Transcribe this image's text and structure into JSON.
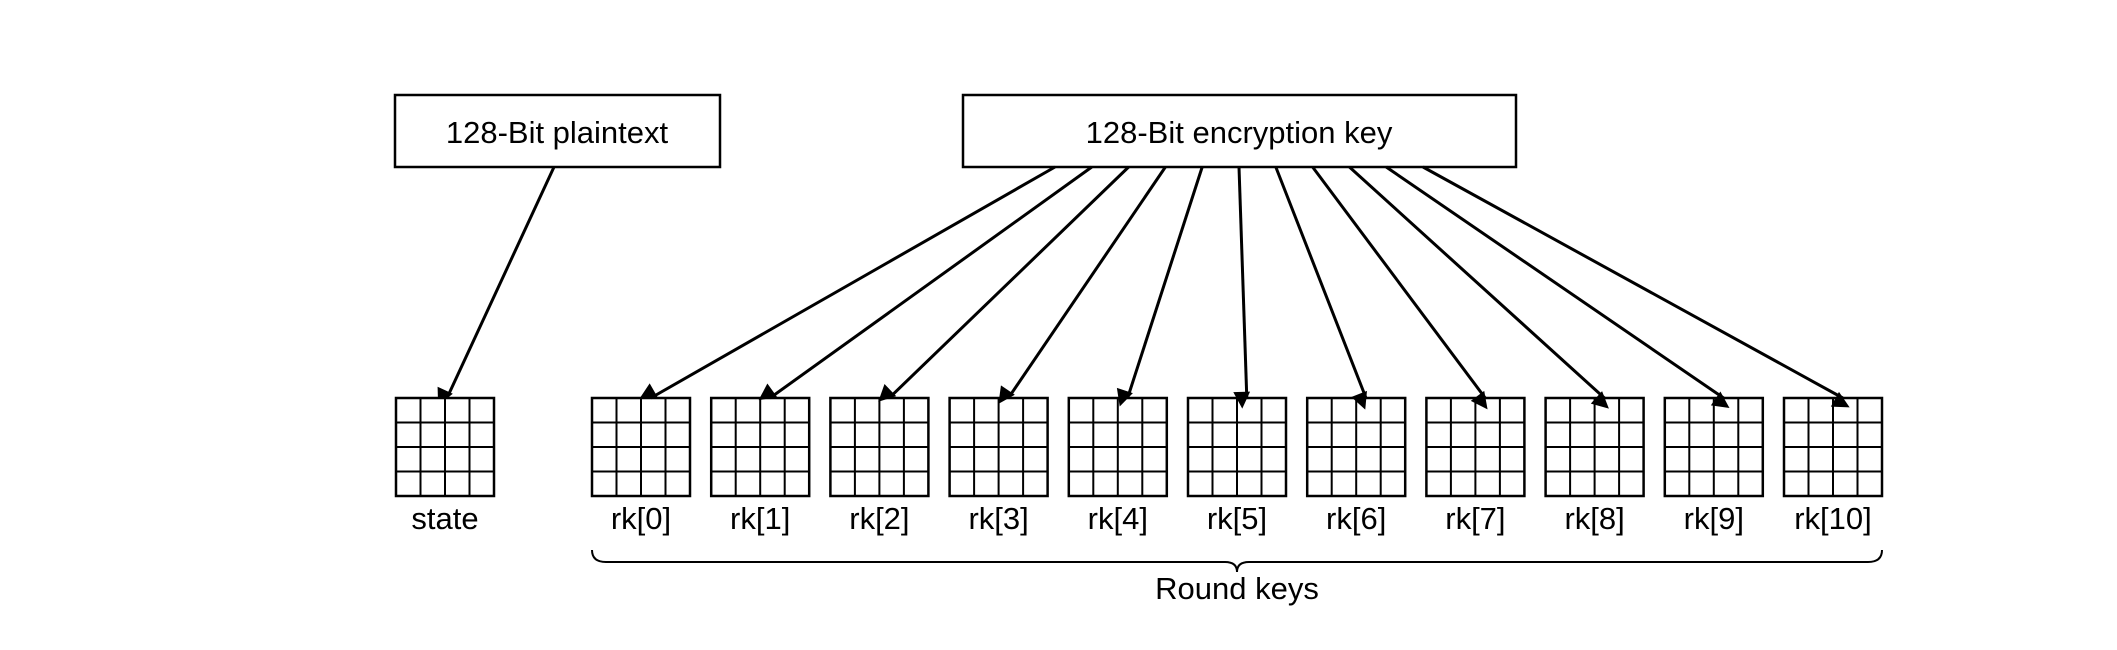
{
  "plaintext_box": {
    "label": "128-Bit plaintext"
  },
  "key_box": {
    "label": "128-Bit encryption key"
  },
  "state": {
    "label": "state"
  },
  "round_keys": {
    "labels": [
      "rk[0]",
      "rk[1]",
      "rk[2]",
      "rk[3]",
      "rk[4]",
      "rk[5]",
      "rk[6]",
      "rk[7]",
      "rk[8]",
      "rk[9]",
      "rk[10]"
    ],
    "group_label": "Round keys"
  },
  "grid": {
    "rows": 4,
    "cols": 4
  }
}
